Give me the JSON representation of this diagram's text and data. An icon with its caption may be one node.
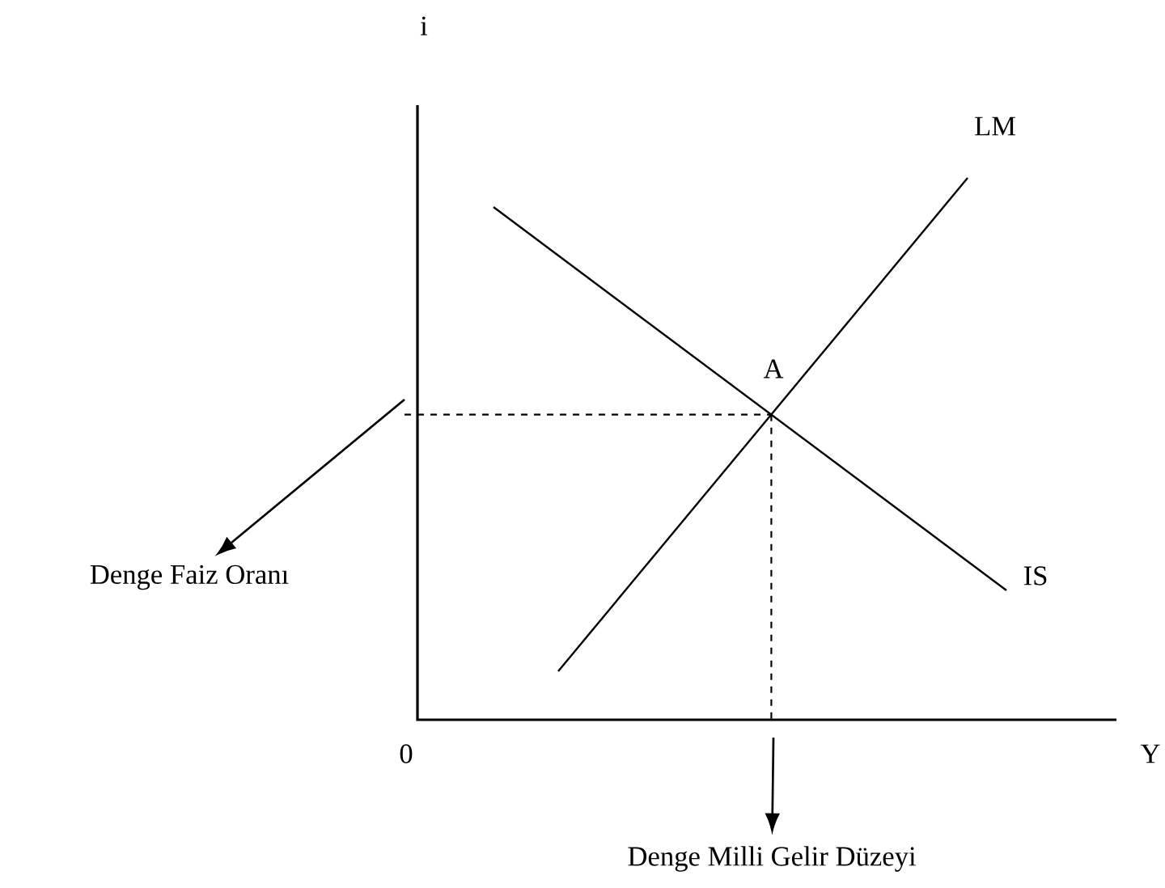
{
  "diagram": {
    "nodes": [
      {
        "text": [
          "Denge Faiz Oranı"
        ]
      },
      {
        "text": [
          "Denge Milli Gelir Düzeyi"
        ]
      }
    ],
    "edges": [
      {
        "from": null,
        "to": 0,
        "arrow": "to"
      },
      {
        "from": null,
        "to": 1,
        "arrow": "to"
      }
    ],
    "labels": [
      "i",
      "LM",
      "A",
      "IS",
      "0",
      "Y"
    ]
  }
}
